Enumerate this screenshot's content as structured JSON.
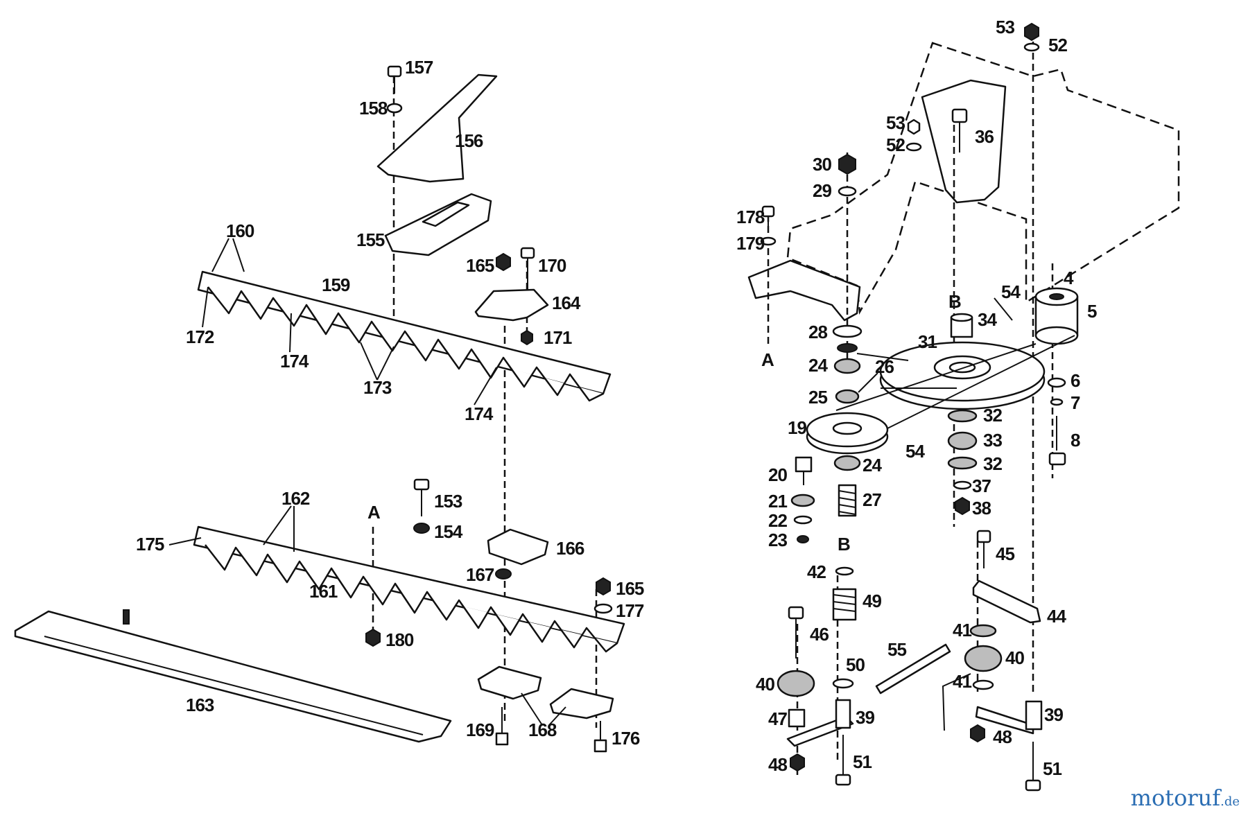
{
  "diagram": {
    "labels": {
      "p157": "157",
      "p158": "158",
      "p156": "156",
      "p155": "155",
      "p160": "160",
      "p159": "159",
      "p172": "172",
      "p174a": "174",
      "p173": "173",
      "p174b": "174",
      "p165a": "165",
      "p170": "170",
      "p164": "164",
      "p171": "171",
      "p162": "162",
      "p153": "153",
      "p154": "154",
      "pA1": "A",
      "p175": "175",
      "p166": "166",
      "p161": "161",
      "p167": "167",
      "p165b": "165",
      "p177": "177",
      "p180": "180",
      "p163": "163",
      "p169": "169",
      "p168": "168",
      "p176": "176",
      "p53a": "53",
      "p52a": "52",
      "p53b": "53",
      "p52b": "52",
      "p36": "36",
      "p30": "30",
      "p29": "29",
      "p178": "178",
      "p179": "179",
      "pA2": "A",
      "p4": "4",
      "p5": "5",
      "p54a": "54",
      "pB1": "B",
      "p34": "34",
      "p28": "28",
      "p31": "31",
      "p24a": "24",
      "p26": "26",
      "p25": "25",
      "p6": "6",
      "p7": "7",
      "p8": "8",
      "p19": "19",
      "p32a": "32",
      "p33": "33",
      "p32b": "32",
      "p54b": "54",
      "p24b": "24",
      "p20": "20",
      "p27": "27",
      "p37": "37",
      "p38": "38",
      "p21": "21",
      "p22": "22",
      "p23": "23",
      "pB2": "B",
      "p45": "45",
      "p42": "42",
      "p49": "49",
      "p44": "44",
      "p46": "46",
      "p41a": "41",
      "p40a": "40",
      "p55": "55",
      "p50": "50",
      "p40b": "40",
      "p41b": "41",
      "p47": "47",
      "p39a": "39",
      "p39b": "39",
      "p48a": "48",
      "p48b": "48",
      "p51a": "51",
      "p51b": "51"
    }
  },
  "watermark": {
    "brand": "motoruf",
    "suffix": ".de"
  }
}
